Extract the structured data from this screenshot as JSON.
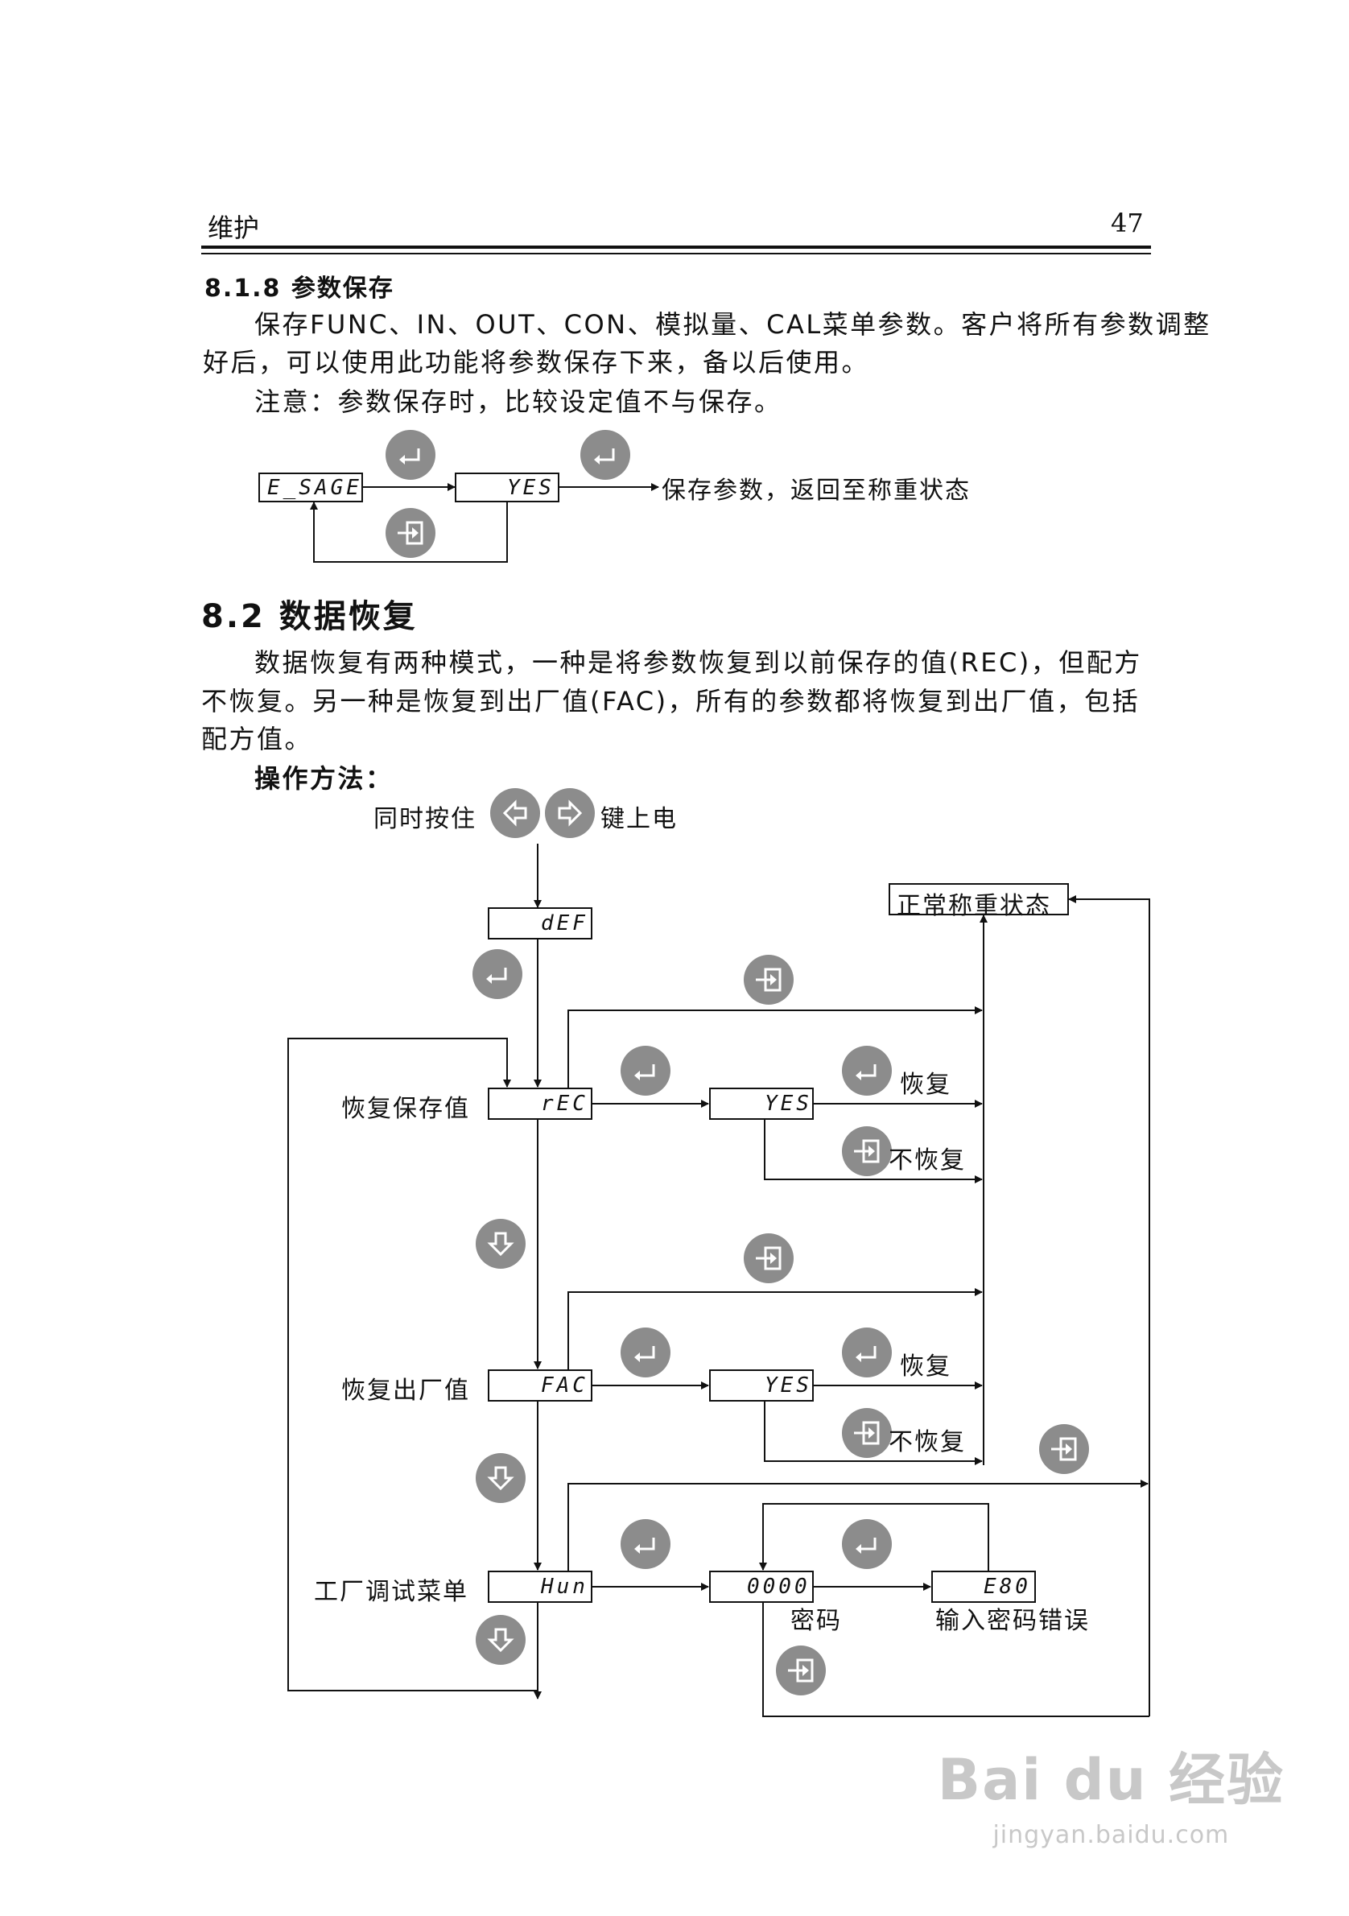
{
  "header": {
    "section": "维护",
    "page_number": "47"
  },
  "s818": {
    "title": "8.1.8 参数保存",
    "para1_line1": "保存FUNC、IN、OUT、CON、模拟量、CAL菜单参数。客户将所有参数调整",
    "para1_line2": "好后，可以使用此功能将参数保存下来，备以后使用。",
    "note": "注意：参数保存时，比较设定值不与保存。",
    "display_save": "E_SAGE",
    "display_yes": "YES",
    "result": "保存参数，返回至称重状态"
  },
  "s82": {
    "title": "8.2 数据恢复",
    "para_line1": "数据恢复有两种模式，一种是将参数恢复到以前保存的值(REC)，但配方",
    "para_line2": "不恢复。另一种是恢复到出厂值(FAC)，所有的参数都将恢复到出厂值，包括",
    "para_line3": "配方值。",
    "method_label": "操作方法："
  },
  "flow": {
    "power_on_prefix": "同时按住",
    "power_on_suffix": "键上电",
    "normal_state": "正常称重状态",
    "def_display": "dEF",
    "restore_saved_label": "恢复保存值",
    "rec_display": "rEC",
    "yes_display": "YES",
    "restore": "恢复",
    "no_restore": "不恢复",
    "restore_factory_label": "恢复出厂值",
    "fac_display": "FAC",
    "factory_menu_label": "工厂调试菜单",
    "hun_display": "Hun",
    "password_display": "0000",
    "password_label": "密码",
    "e80_display": "E80",
    "password_error_label": "输入密码错误"
  },
  "icons": {
    "enter": "enter-key-icon",
    "exit": "exit-key-icon",
    "down": "down-arrow-key-icon",
    "left": "left-arrow-key-icon",
    "right": "right-arrow-key-icon"
  },
  "watermark": {
    "brand": "Bai du 经验",
    "url": "jingyan.baidu.com"
  }
}
